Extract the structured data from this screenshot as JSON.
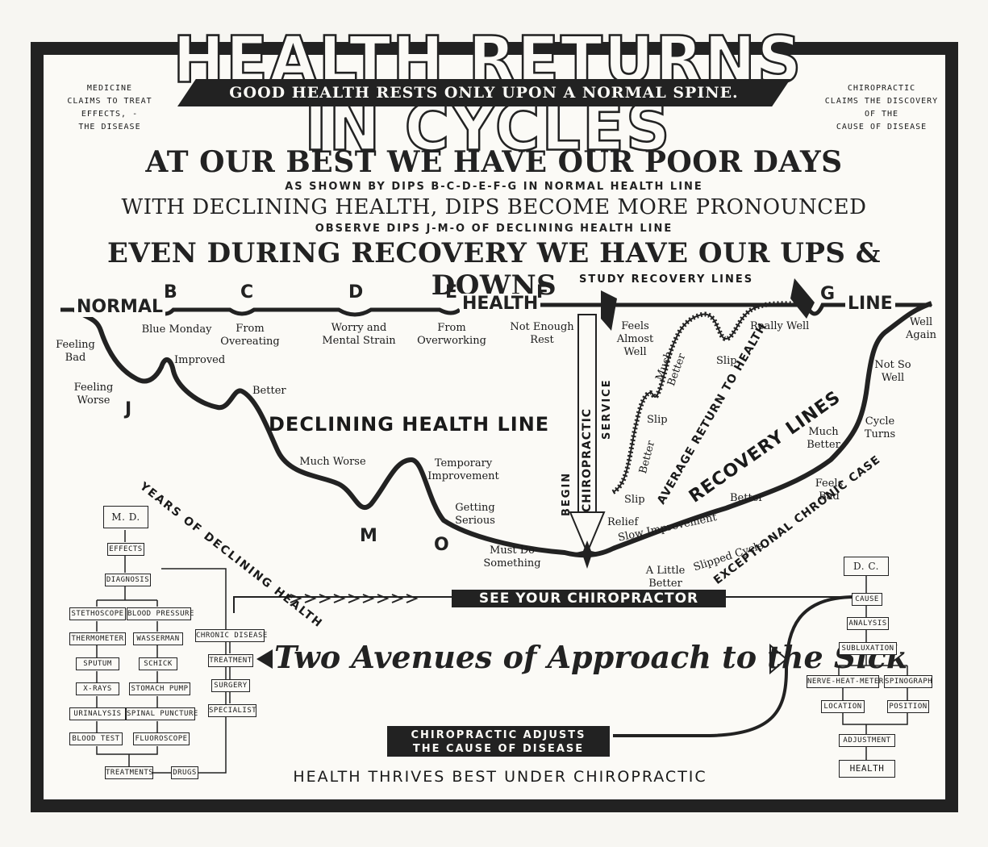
{
  "title": "HEALTH RETURNS IN CYCLES",
  "ribbon": "GOOD HEALTH RESTS ONLY UPON A NORMAL SPINE.",
  "left_note": [
    "MEDICINE",
    "CLAIMS TO TREAT",
    "EFFECTS, -",
    "THE DISEASE"
  ],
  "right_note": [
    "CHIROPRACTIC",
    "CLAIMS THE DISCOVERY",
    "OF THE",
    "CAUSE OF DISEASE"
  ],
  "headline1": "AT OUR BEST WE HAVE OUR POOR DAYS",
  "sub1": "AS SHOWN BY DIPS B-C-D-E-F-G IN NORMAL HEALTH LINE",
  "headline2": "WITH DECLINING HEALTH, DIPS BECOME MORE PRONOUNCED",
  "sub2": "OBSERVE DIPS J-M-O OF DECLINING HEALTH LINE",
  "headline3": "EVEN DURING RECOVERY WE HAVE OUR UPS & DOWNS",
  "study": "STUDY RECOVERY LINES",
  "normal_line": {
    "w1": "NORMAL",
    "w2": "HEALTH",
    "w3": "LINE"
  },
  "dip_letters": {
    "B": "B",
    "C": "C",
    "D": "D",
    "E": "E",
    "F": "F",
    "G": "G",
    "J": "J",
    "M": "M",
    "O": "O"
  },
  "dip_labels": {
    "b": "Blue Monday",
    "c": "From Overeating",
    "d": "Worry and Mental Strain",
    "e": "From Overworking",
    "f": "Not Enough Rest"
  },
  "decline_labels": {
    "feeling_bad": "Feeling Bad",
    "improved": "Improved",
    "feeling_worse": "Feeling Worse",
    "better": "Better",
    "much_worse": "Much Worse",
    "temporary": "Temporary Improvement",
    "getting_serious": "Getting Serious",
    "must_do": "Must Do Something"
  },
  "declining_title": "DECLINING HEALTH LINE",
  "years_declining": "YEARS OF DECLINING HEALTH",
  "service": {
    "begin": "BEGIN",
    "chiro": "CHIROPRACTIC",
    "service": "SERVICE"
  },
  "recovery_labels": {
    "feels_almost_well": "Feels Almost Well",
    "slip1": "Slip",
    "really_well": "Really Well",
    "much_better": "Much Better",
    "slip2": "Slip",
    "better": "Better",
    "slip3": "Slip",
    "relief": "Relief",
    "slow": "Slow Improvement",
    "better2": "Better",
    "feels_bad": "Feels Bad",
    "much_better2": "Much Better",
    "cycle_turns": "Cycle Turns",
    "not_so_well": "Not So Well",
    "well_again": "Well Again",
    "little_better": "A Little Better",
    "slipped_cycle": "Slipped Cycle"
  },
  "average_return": "AVERAGE RETURN TO HEALTH",
  "recovery_lines": "RECOVERY LINES",
  "exceptional": "EXCEPTIONAL CHRONIC CASE",
  "see_your": "SEE YOUR CHIROPRACTOR",
  "avenues": "Two Avenues of Approach to the Sick",
  "chiro_adjusts": [
    "CHIROPRACTIC ADJUSTS",
    "THE CAUSE OF DISEASE"
  ],
  "footer": "HEALTH THRIVES BEST UNDER CHIROPRACTIC",
  "md": {
    "head": "M. D.",
    "effects": "EFFECTS",
    "diagnosis": "DIAGNOSIS",
    "left": [
      "STETHOSCOPE",
      "THERMOMETER",
      "SPUTUM",
      "X-RAYS",
      "URINALYSIS",
      "BLOOD TEST"
    ],
    "right": [
      "BLOOD PRESSURE",
      "WASSERMAN",
      "SCHICK",
      "STOMACH PUMP",
      "SPINAL PUNCTURE",
      "FLUOROSCOPE"
    ],
    "treatments": "TREATMENTS",
    "drugs": "DRUGS",
    "side": [
      "CHRONIC DISEASE",
      "TREATMENT",
      "SURGERY",
      "SPECIALIST"
    ]
  },
  "dc": {
    "head": "D. C.",
    "cause": "CAUSE",
    "analysis": "ANALYSIS",
    "subluxation": "SUBLUXATION",
    "nhm": "NERVE-HEAT-METER",
    "spinograph": "SPINOGRAPH",
    "location": "LOCATION",
    "position": "POSITION",
    "adjustment": "ADJUSTMENT",
    "health": "HEALTH"
  }
}
